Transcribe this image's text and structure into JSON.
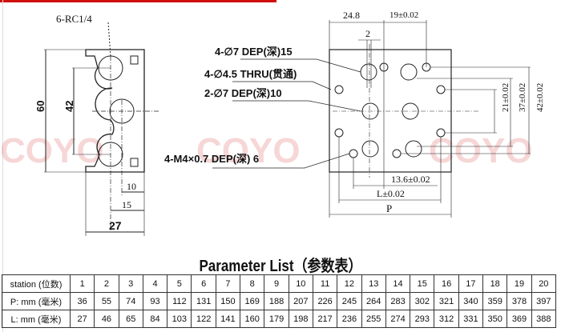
{
  "side_view": {
    "port_label": "6-RC1/4",
    "dim_height": "60",
    "dim_pitch": "42",
    "dim_10": "10",
    "dim_15": "15",
    "dim_width": "27"
  },
  "top_view": {
    "dim_24_8": "24.8",
    "dim_19": "19±0.02",
    "dim_2": "2",
    "dim_21": "21±0.02",
    "dim_37": "37±0.02",
    "dim_42": "42±0.02",
    "dim_13_6": "13.6±0.02",
    "dim_L": "L±0.02",
    "dim_P": "P"
  },
  "callouts": [
    "4-∅7 DEP(深)15",
    "4-∅4.5 THRU(贯通)",
    "2-∅7 DEP(深)10",
    "4-M4×0.7 DEP(深) 6"
  ],
  "watermark": "COYO",
  "table": {
    "title": "Parameter List（参数表）",
    "rows": [
      {
        "label": "station (位数)",
        "values": [
          "1",
          "2",
          "3",
          "4",
          "5",
          "6",
          "7",
          "8",
          "9",
          "10",
          "11",
          "12",
          "13",
          "14",
          "15",
          "16",
          "17",
          "18",
          "19",
          "20"
        ]
      },
      {
        "label": "P: mm (毫米)",
        "values": [
          "36",
          "55",
          "74",
          "93",
          "112",
          "131",
          "150",
          "169",
          "188",
          "207",
          "226",
          "245",
          "264",
          "283",
          "302",
          "321",
          "340",
          "359",
          "378",
          "397"
        ]
      },
      {
        "label": "L: mm (毫米)",
        "values": [
          "27",
          "46",
          "65",
          "84",
          "103",
          "122",
          "141",
          "160",
          "179",
          "198",
          "217",
          "236",
          "255",
          "274",
          "293",
          "312",
          "331",
          "350",
          "369",
          "388"
        ]
      }
    ]
  }
}
